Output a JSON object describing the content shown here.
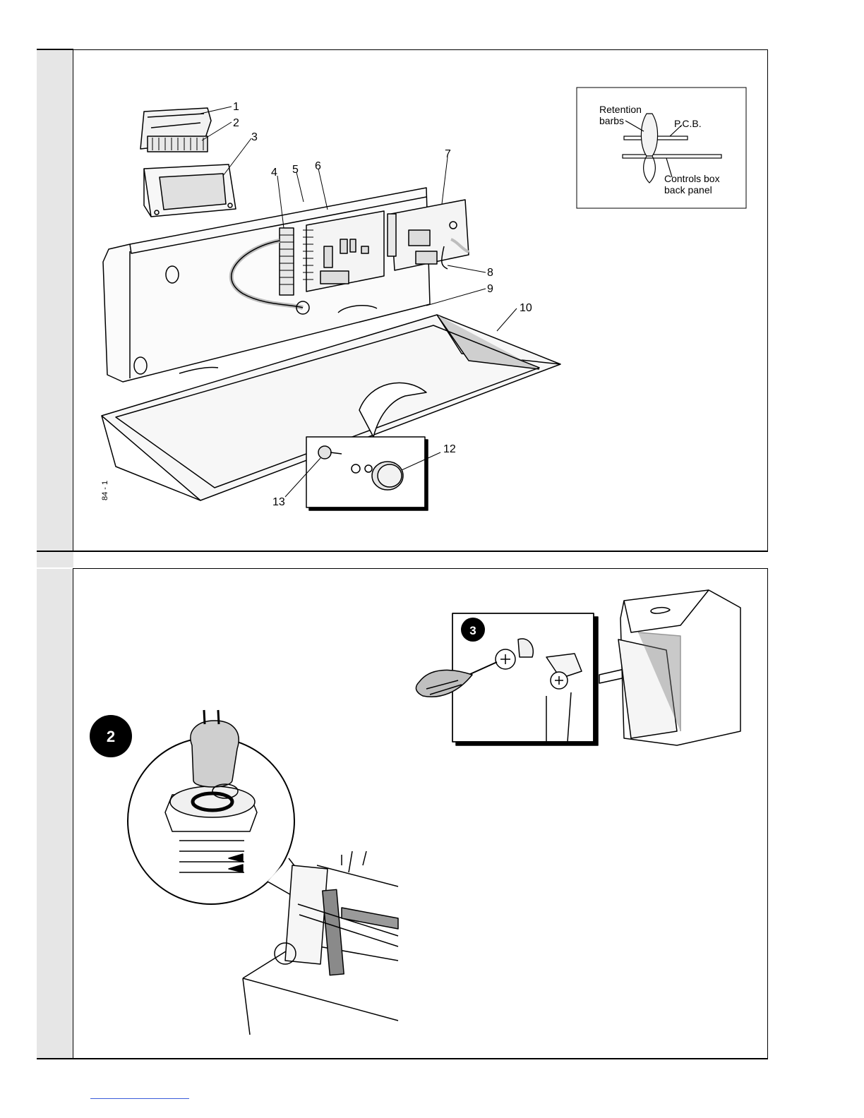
{
  "figure_top": {
    "callouts": [
      "1",
      "2",
      "3",
      "4",
      "5",
      "6",
      "7",
      "8",
      "9",
      "10",
      "12",
      "13"
    ],
    "figure_code": "84 - 1",
    "inset": {
      "label_retention": "Retention",
      "label_barbs": "barbs",
      "label_pcb": "P.C.B.",
      "label_controls": "Controls box",
      "label_back_panel": "back panel"
    }
  },
  "figure_bottom": {
    "step_a": "2",
    "step_b": "3"
  },
  "colors": {
    "gutter": "#e6e6e6",
    "line": "#000000",
    "shade": "#d9d9d9",
    "footer_rule": "#3a5bd9"
  }
}
